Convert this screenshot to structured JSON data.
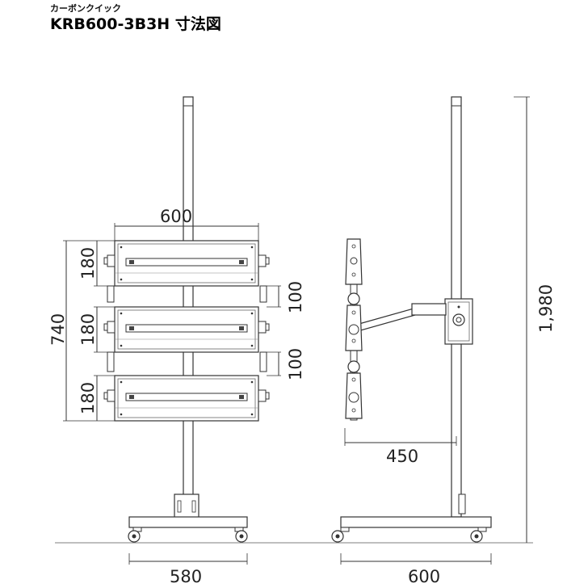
{
  "header": {
    "subtitle": "カーボンクイック",
    "title": "KRB600-3B3H 寸法図"
  },
  "dimensions": {
    "panel_width": "600",
    "panel_height_1": "180",
    "panel_height_2": "180",
    "panel_height_3": "180",
    "total_height": "740",
    "gap_1": "100",
    "gap_2": "100",
    "base_width_front": "580",
    "arm_reach": "450",
    "base_width_side": "600",
    "overall_height": "1,980"
  }
}
